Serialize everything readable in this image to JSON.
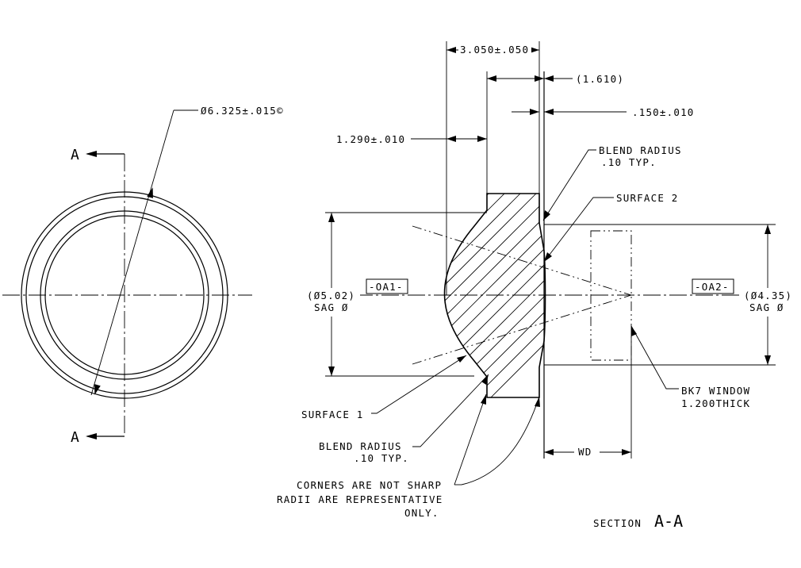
{
  "section_marks": {
    "top": "A",
    "bottom": "A"
  },
  "dims": {
    "outer_dia": "Ø6.325±.015©",
    "overall_length": "3.050±.050",
    "ref_length": "(1.610)",
    "flange_thk": ".150±.010",
    "body_length": "1.290±.010",
    "sag_dia_left": "(Ø5.02)",
    "sag_dia_left_sub": "SAG Ø",
    "sag_dia_right": "(Ø4.35)",
    "sag_dia_right_sub": "SAG Ø",
    "wd": "WD"
  },
  "datums": {
    "left": "-OA1-",
    "right": "-OA2-"
  },
  "notes": {
    "blend_top_1": "BLEND RADIUS",
    "blend_top_2": ".10 TYP.",
    "surface2": "SURFACE 2",
    "surface1": "SURFACE 1",
    "blend_bot_1": "BLEND  RADIUS",
    "blend_bot_2": ".10 TYP.",
    "corners_1": "CORNERS ARE NOT SHARP",
    "corners_2": "RADII ARE REPRESENTATIVE",
    "corners_3": "ONLY.",
    "window_1": "BK7 WINDOW",
    "window_2": "1.200THICK",
    "section_word": "SECTION",
    "section_id": "A-A"
  }
}
